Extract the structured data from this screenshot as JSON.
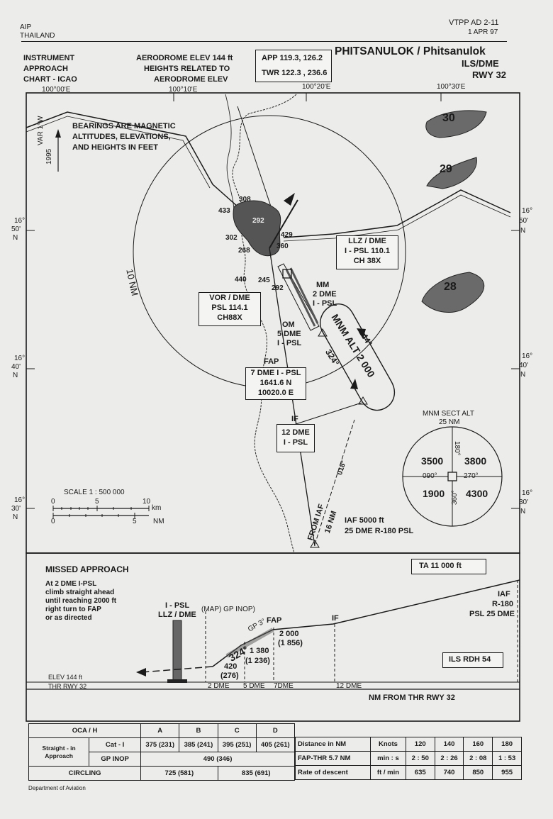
{
  "header": {
    "aip": "AIP",
    "country": "THAILAND",
    "page_id": "VTPP AD 2-11",
    "date": "1 APR 97",
    "chart_type_1": "INSTRUMENT",
    "chart_type_2": "APPROACH",
    "chart_type_3": "CHART - ICAO",
    "elev_1": "AERODROME ELEV 144 ft",
    "elev_2": "HEIGHTS RELATED TO",
    "elev_3": "AERODROME ELEV",
    "app": "APP  119.3, 126.2",
    "twr": "TWR  122.3 , 236.6",
    "title": "PHITSANULOK / Phitsanulok",
    "procedure": "ILS/DME",
    "runway": "RWY 32"
  },
  "grid": {
    "lon_1": "100°00'E",
    "lon_2": "100°10'E",
    "lon_3": "100°20'E",
    "lon_4": "100°30'E",
    "lat_50_deg": "16°",
    "lat_50_min": "50'",
    "lat_40_min": "40'",
    "lat_30_min": "30'",
    "lat_n": "N"
  },
  "plan": {
    "bearings_1": "BEARINGS ARE MAGNETIC",
    "bearings_2": "ALTITUDES, ELEVATIONS,",
    "bearings_3": "AND HEIGHTS IN FEET",
    "var": "VAR 1°W",
    "var_year": "1995",
    "ring": "10 NM",
    "obstacles": [
      "308",
      "433",
      "292",
      "302",
      "429",
      "268",
      "360",
      "440",
      "245",
      "292"
    ],
    "terrain": [
      "30",
      "29",
      "28"
    ],
    "llz_title": "LLZ / DME",
    "llz_freq": "I - PSL  110.1",
    "llz_ch": "CH 38X",
    "vor_title": "VOR / DME",
    "vor_freq": "PSL  114.1",
    "vor_ch": "CH88X",
    "mm_1": "MM",
    "mm_2": "2 DME",
    "mm_3": "I - PSL",
    "om_1": "OM",
    "om_2": "5 DME",
    "om_3": "I - PSL",
    "fap_title": "FAP",
    "fap_dme": "7 DME  I - PSL",
    "fap_lat": "1641.6 N",
    "fap_lon": "10020.0 E",
    "if_title": "IF",
    "if_dme": "12 DME",
    "if_id": "I - PSL",
    "holding_alt": "MNM  ALT 2 000",
    "inbound": "324°",
    "outbound": "144°",
    "track_018": "018°",
    "from_iaf_1": "FROM IAF",
    "from_iaf_2": "16 NM",
    "iaf_1": "IAF 5000 ft",
    "iaf_2": "25 DME R-180 PSL",
    "scale_title": "SCALE  1 : 500 000",
    "scale_km": "km",
    "scale_nm": "NM",
    "scale_0": "0",
    "scale_5": "5",
    "scale_10": "10",
    "msa_title_1": "MNM SECT ALT",
    "msa_title_2": "25 NM",
    "msa_nw": "3500",
    "msa_ne": "3800",
    "msa_sw": "1900",
    "msa_se": "4300",
    "msa_180": "180°",
    "msa_360": "360°",
    "msa_090": "090°",
    "msa_270": "270°"
  },
  "profile": {
    "missed_title": "MISSED APPROACH",
    "missed_1": "At 2 DME I-PSL",
    "missed_2": "climb straight ahead",
    "missed_3": "until reaching 2000 ft",
    "missed_4": "right turn to FAP",
    "missed_5": "or as directed",
    "ta": "TA 11 000  ft",
    "iaf": "IAF",
    "iaf_r": "R-180",
    "iaf_dme": "PSL 25 DME",
    "llz_1": "I - PSL",
    "llz_2": "LLZ / DME",
    "map": "(MAP) GP INOP)",
    "gp": "GP 3°",
    "fap": "FAP",
    "if": "IF",
    "alt_2000": "2 000",
    "alt_1856": "(1 856)",
    "alt_1380": "1 380",
    "alt_1236": "(1 236)",
    "alt_420": "420",
    "alt_276": "(276)",
    "track": "324°",
    "rdh": "ILS RDH 54",
    "elev": "ELEV 144 ft",
    "thr": "THR  RWY 32",
    "dme_2": "2 DME",
    "dme_5": "5 DME",
    "dme_7": "7DME",
    "dme_12": "12 DME",
    "nm_from": "NM FROM THR RWY 32"
  },
  "minima": {
    "oca": "OCA / H",
    "cats": [
      "A",
      "B",
      "C",
      "D"
    ],
    "straight_1": "Straight - in",
    "straight_2": "Approach",
    "cat1": "Cat - I",
    "gp_inop": "GP INOP",
    "cat1_values": [
      "375 (231)",
      "385 (241)",
      "395 (251)",
      "405 (261)"
    ],
    "gp_inop_value": "490    (346)",
    "circling": "CIRCLING",
    "circling_ab": "725     (581)",
    "circling_cd": "835     (691)"
  },
  "descent_table": {
    "distance": "Distance  in  NM",
    "knots": "Knots",
    "speeds": [
      "120",
      "140",
      "160",
      "180"
    ],
    "fap_thr": "FAP-THR  5.7 NM",
    "min_s": "min : s",
    "times": [
      "2 : 50",
      "2 : 26",
      "2 : 08",
      "1 : 53"
    ],
    "rate": "Rate  of  descent",
    "ft_min": "ft / min",
    "rates": [
      "635",
      "740",
      "850",
      "955"
    ]
  },
  "footer": {
    "dept": "Department of Aviation"
  }
}
